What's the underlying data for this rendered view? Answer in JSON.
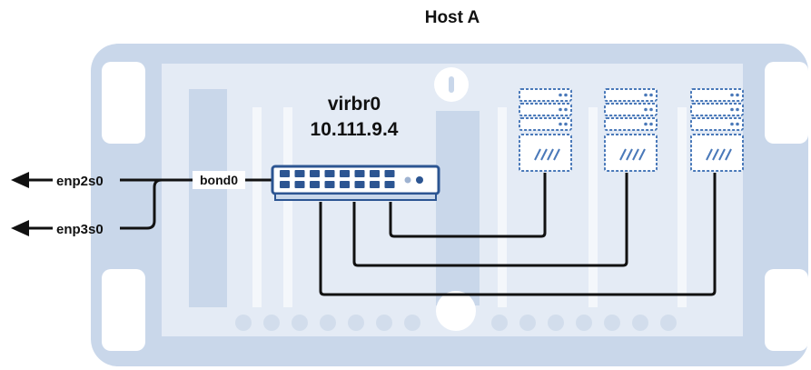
{
  "title": "Host A",
  "bridge": {
    "name": "virbr0",
    "ip": "10.111.9.4"
  },
  "bond": {
    "label": "bond0"
  },
  "interfaces": [
    {
      "label": "enp2s0"
    },
    {
      "label": "enp3s0"
    }
  ],
  "vms": [
    {
      "id": "vm-1"
    },
    {
      "id": "vm-2"
    },
    {
      "id": "vm-3"
    }
  ],
  "colors": {
    "chassis_outer": "#c9d7ea",
    "chassis_inner": "#e4ebf5",
    "chassis_stripe": "#f4f7fb",
    "switch_fill": "#ffffff",
    "switch_stroke": "#2c5592",
    "vm_stroke": "#4a79b9",
    "cable": "#111111"
  },
  "icons": [
    "switch-icon",
    "server-icon",
    "arrow-left-icon"
  ]
}
